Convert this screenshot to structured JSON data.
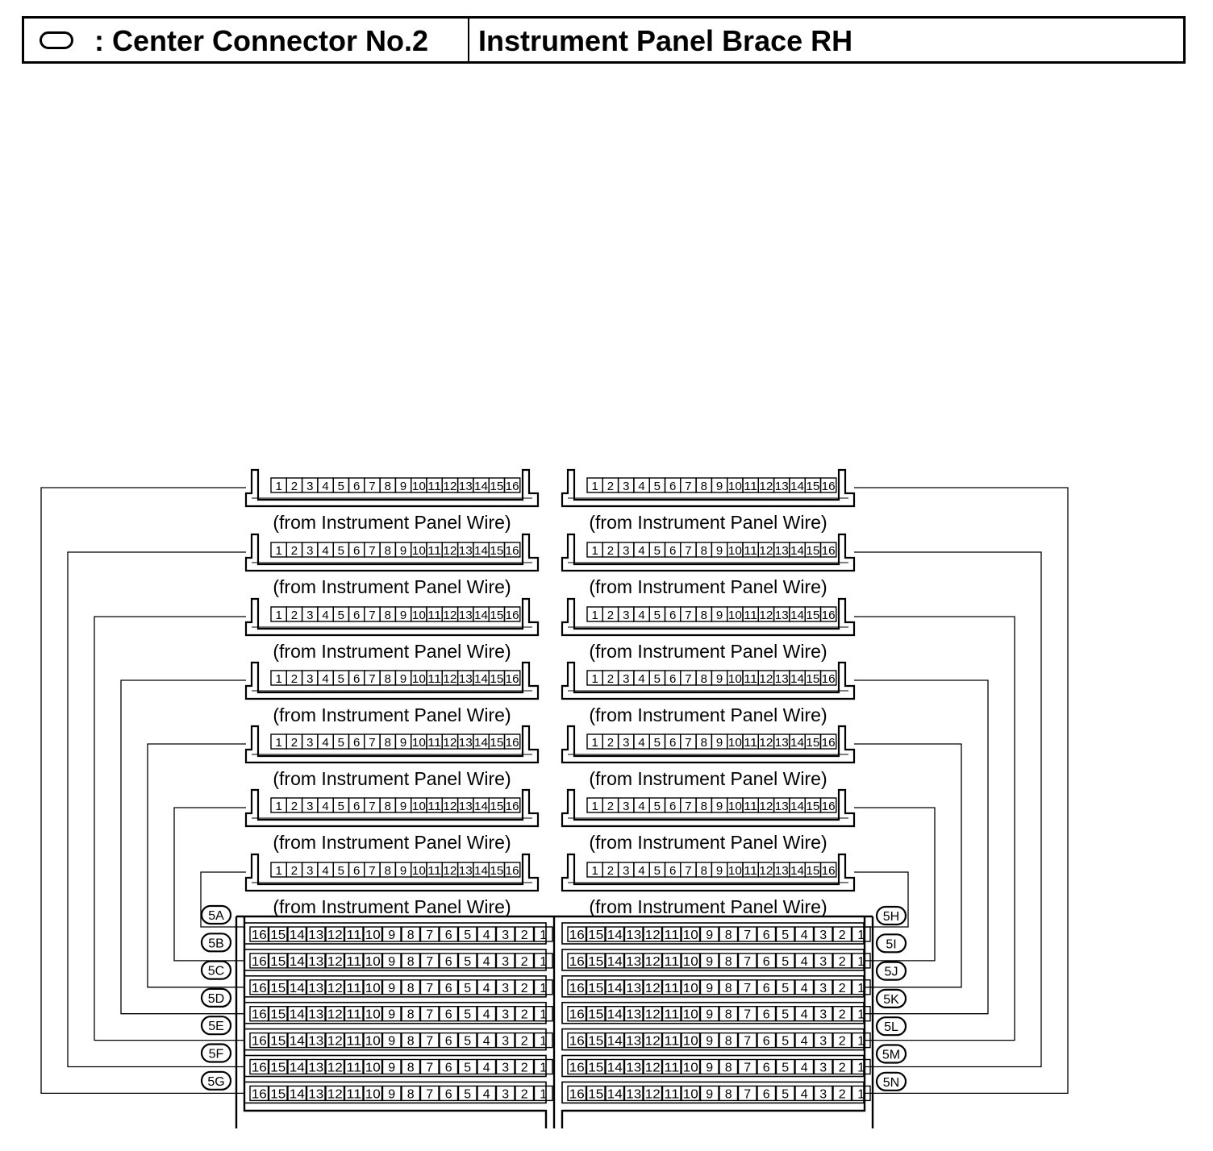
{
  "header": {
    "legend_symbol": "oval-icon",
    "title": ": Center Connector No.2",
    "location": "Instrument Panel Brace RH"
  },
  "connectors": {
    "top_pins": [
      "1",
      "2",
      "3",
      "4",
      "5",
      "6",
      "7",
      "8",
      "9",
      "10",
      "11",
      "12",
      "13",
      "14",
      "15",
      "16"
    ],
    "bottom_pins": [
      "16",
      "15",
      "14",
      "13",
      "12",
      "11",
      "10",
      "9",
      "8",
      "7",
      "6",
      "5",
      "4",
      "3",
      "2",
      "1"
    ],
    "wire_label": "(from Instrument Panel Wire)",
    "left_ids": [
      "5A",
      "5B",
      "5C",
      "5D",
      "5E",
      "5F",
      "5G"
    ],
    "right_ids": [
      "5H",
      "5I",
      "5J",
      "5K",
      "5L",
      "5M",
      "5N"
    ]
  },
  "colors": {
    "line": "#000000",
    "background": "#ffffff"
  }
}
